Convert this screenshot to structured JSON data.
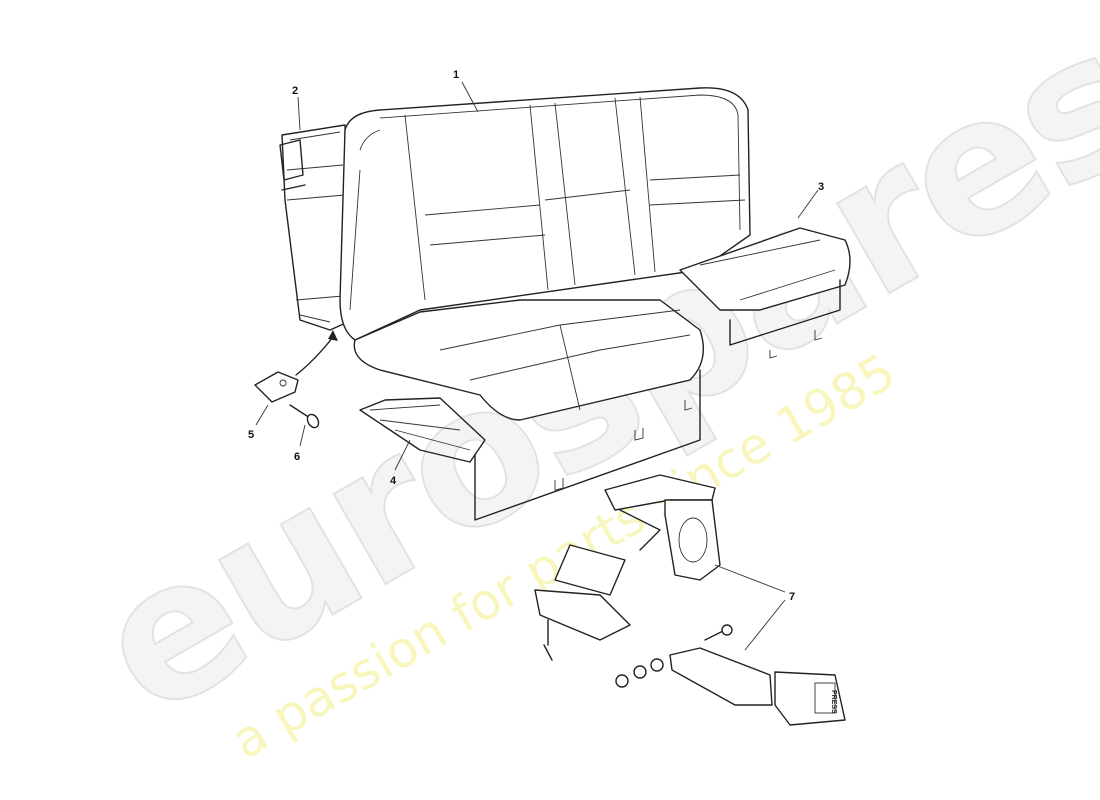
{
  "diagram": {
    "callouts": [
      "1",
      "2",
      "3",
      "4",
      "5",
      "6",
      "7"
    ],
    "buckle_label": "PRESS"
  },
  "watermark": {
    "brand": "eurospares",
    "tagline": "a passion for parts since 1985",
    "brand_color": "#e6e6e6",
    "tagline_color": "#f3f0a0"
  }
}
